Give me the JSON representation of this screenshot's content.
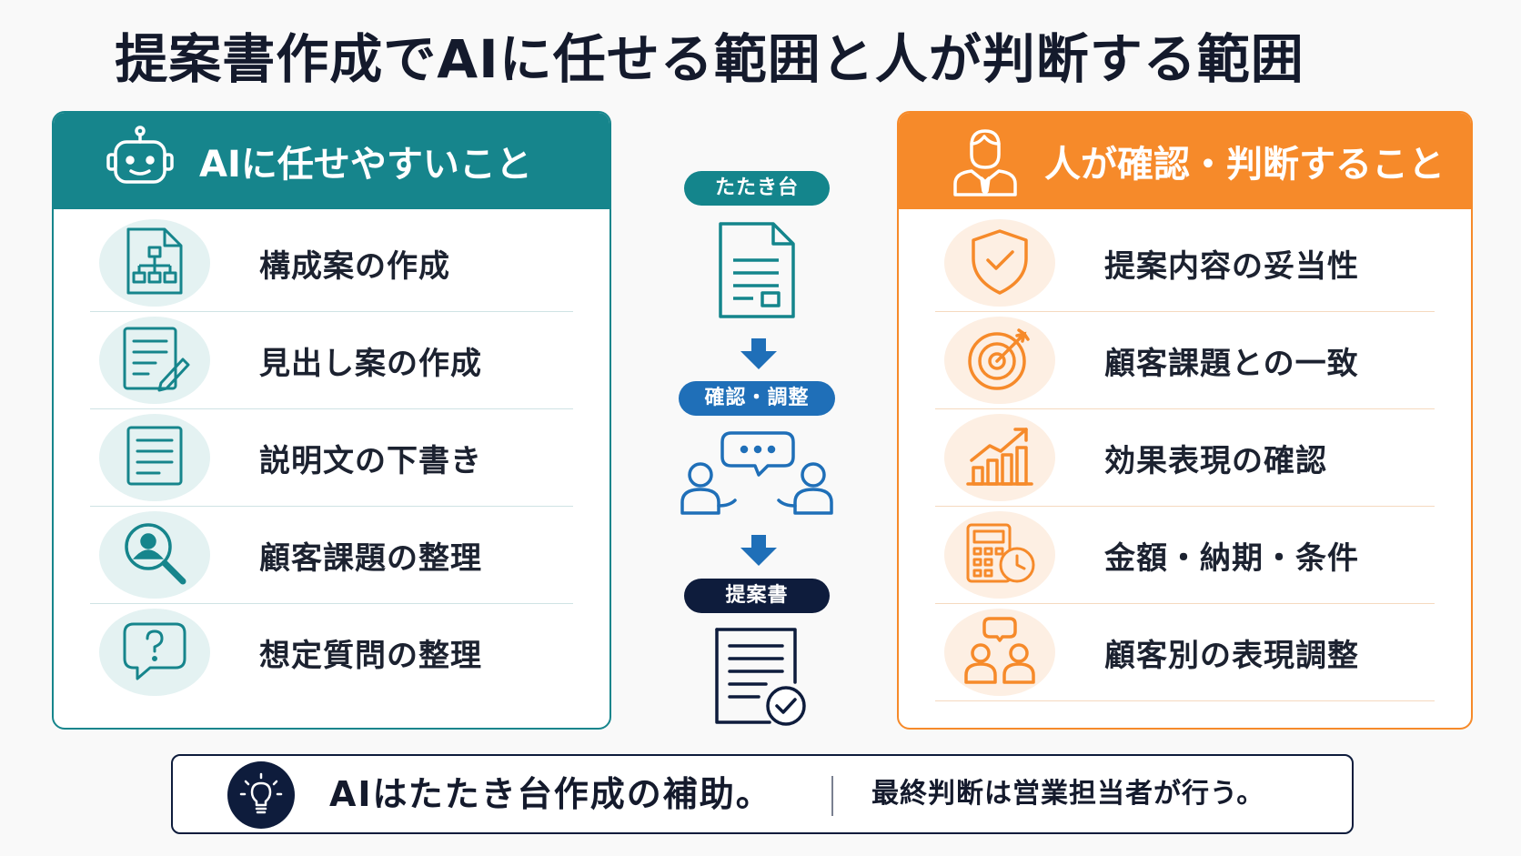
{
  "title": "提案書作成でAIに任せる範囲と人が判断する範囲",
  "left_panel": {
    "heading": "AIに任せやすいこと",
    "heading_icon": "robot-icon",
    "accent_color": "#16858c",
    "items": [
      {
        "label": "構成案の作成",
        "icon": "flowchart-document-icon"
      },
      {
        "label": "見出し案の作成",
        "icon": "edit-document-icon"
      },
      {
        "label": "説明文の下書き",
        "icon": "text-lines-icon"
      },
      {
        "label": "顧客課題の整理",
        "icon": "user-search-icon"
      },
      {
        "label": "想定質問の整理",
        "icon": "question-bubble-icon"
      }
    ]
  },
  "flow": {
    "steps": [
      {
        "label": "たたき台",
        "icon": "draft-document-icon",
        "color": "#14858c"
      },
      {
        "label": "確認・調整",
        "icon": "discussion-icon",
        "color": "#1f6fb8"
      },
      {
        "label": "提案書",
        "icon": "approved-document-icon",
        "color": "#0e1c3c"
      }
    ],
    "arrow_icon": "down-arrow-icon"
  },
  "right_panel": {
    "heading": "人が確認・判断すること",
    "heading_icon": "businessperson-icon",
    "accent_color": "#f68a2a",
    "items": [
      {
        "label": "提案内容の妥当性",
        "icon": "shield-check-icon"
      },
      {
        "label": "顧客課題との一致",
        "icon": "target-icon"
      },
      {
        "label": "効果表現の確認",
        "icon": "growth-chart-icon"
      },
      {
        "label": "金額・納期・条件",
        "icon": "calculator-clock-icon"
      },
      {
        "label": "顧客別の表現調整",
        "icon": "people-discussion-icon"
      }
    ]
  },
  "footer": {
    "icon": "lightbulb-icon",
    "main_text": "AIはたたき台作成の補助。",
    "sub_text": "最終判断は営業担当者が行う。"
  }
}
